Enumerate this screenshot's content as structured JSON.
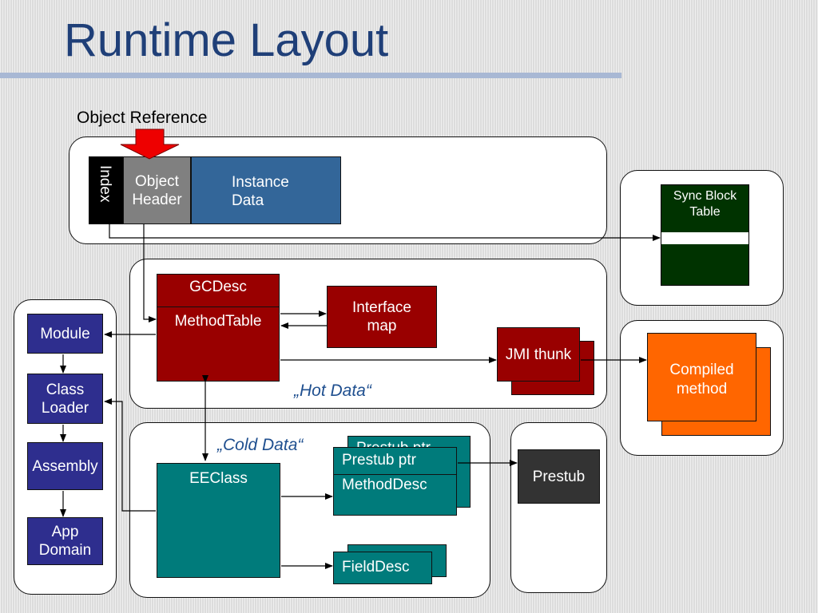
{
  "title": "Runtime Layout",
  "object_reference_label": "Object Reference",
  "object": {
    "index": "Index",
    "header": "Object Header",
    "instance": "Instance Data"
  },
  "sync_block": {
    "title": "Sync Block Table"
  },
  "hot_data": {
    "gcdesc": "GCDesc",
    "methodtable": "MethodTable",
    "interface_map": "Interface map",
    "jmi_thunk": "JMI thunk",
    "caption": "„Hot Data“"
  },
  "compiled_method": "Compiled method",
  "loader_chain": [
    "Module",
    "Class Loader",
    "Assembly",
    "App Domain"
  ],
  "cold_data": {
    "caption": "„Cold Data“",
    "eeclass": "EEClass",
    "prestub_back": "Prestub ptr",
    "prestub_ptr": "Prestub ptr",
    "methoddesc": "MethodDesc",
    "fielddesc": "FieldDesc"
  },
  "prestub": "Prestub",
  "colors": {
    "title": "#1f3f78",
    "dark_red": "#990000",
    "teal": "#007b7b",
    "navy": "#2e2e8e",
    "orange": "#ff6600",
    "dark_green": "#003300",
    "pointer_arrow": "#ee0000"
  }
}
